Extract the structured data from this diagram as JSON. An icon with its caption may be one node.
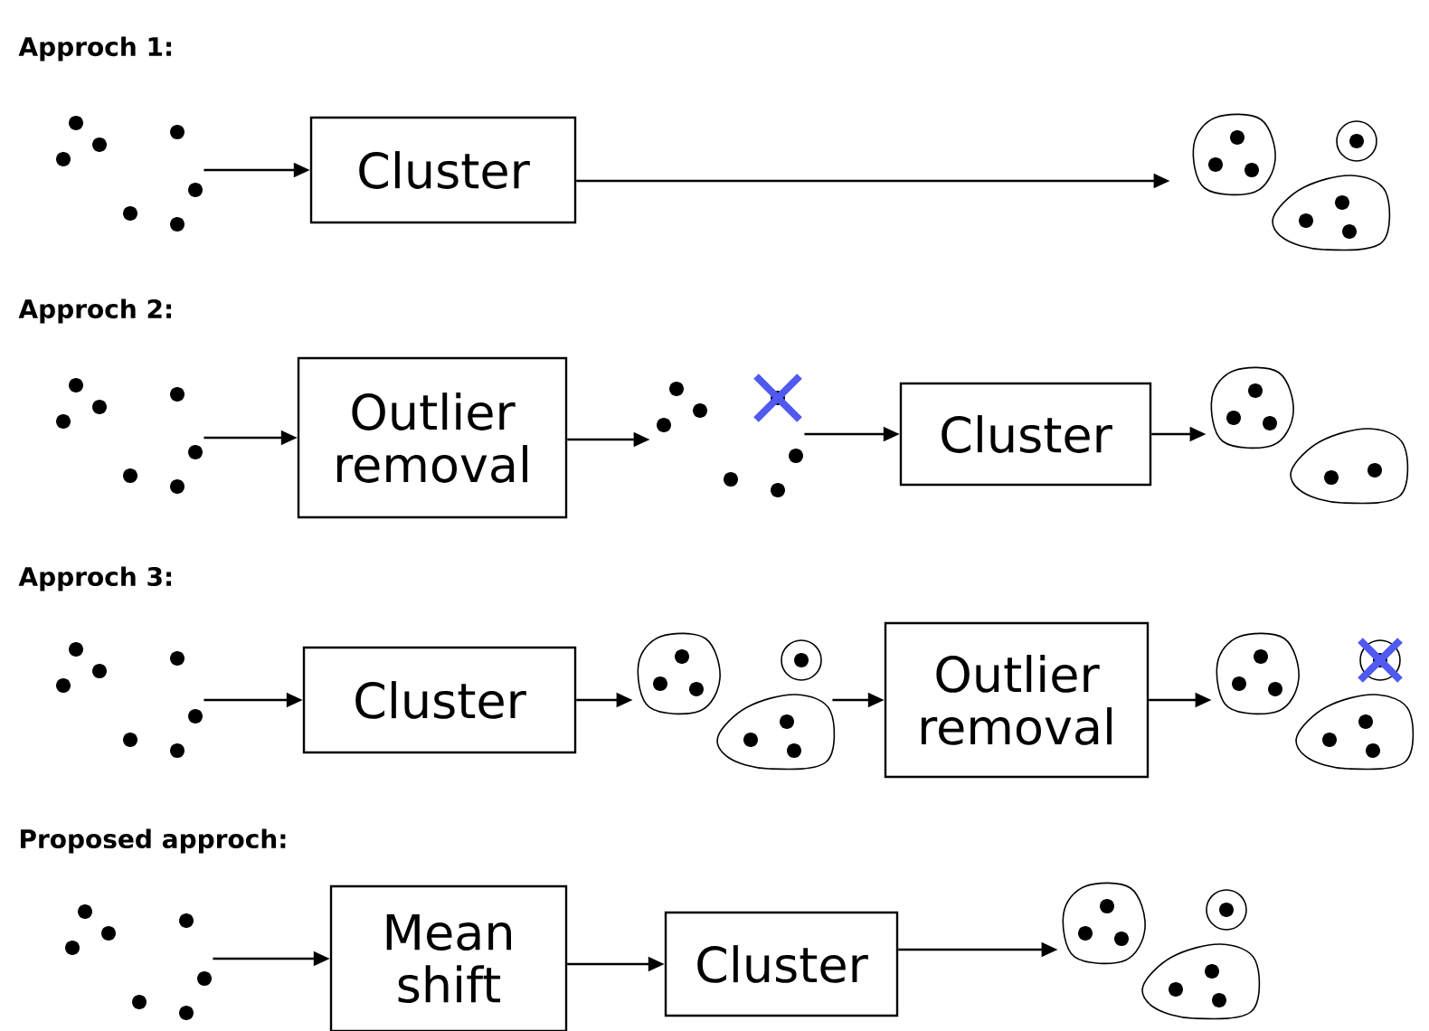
{
  "diagram": {
    "nodes": [
      {
        "text": [],
        "shape": "picture"
      },
      {
        "text": [
          "Cluster"
        ]
      },
      {
        "text": [],
        "shape": "picture"
      },
      {
        "text": [],
        "shape": "picture"
      },
      {
        "text": [
          "Outlier removal"
        ]
      },
      {
        "text": [],
        "shape": "picture"
      },
      {
        "text": [
          "Cluster"
        ]
      },
      {
        "text": [],
        "shape": "picture"
      },
      {
        "text": [],
        "shape": "picture"
      },
      {
        "text": [
          "Cluster"
        ]
      },
      {
        "text": [],
        "shape": "picture"
      },
      {
        "text": [
          "Outlier removal"
        ]
      },
      {
        "text": [],
        "shape": "picture"
      },
      {
        "text": [],
        "shape": "picture"
      },
      {
        "text": [
          "Mean shift"
        ]
      },
      {
        "text": [
          "Cluster"
        ]
      },
      {
        "text": [],
        "shape": "picture"
      }
    ],
    "edges": [
      {
        "from": 0,
        "to": 1,
        "arrow": "to"
      },
      {
        "from": 1,
        "to": 2,
        "arrow": "to"
      },
      {
        "from": 3,
        "to": 4,
        "arrow": "to"
      },
      {
        "from": 4,
        "to": 5,
        "arrow": "to"
      },
      {
        "from": 5,
        "to": 6,
        "arrow": "to"
      },
      {
        "from": 6,
        "to": 7,
        "arrow": "to"
      },
      {
        "from": 8,
        "to": 9,
        "arrow": "to"
      },
      {
        "from": 9,
        "to": 10,
        "arrow": "to"
      },
      {
        "from": 10,
        "to": 11,
        "arrow": "to"
      },
      {
        "from": 11,
        "to": 12,
        "arrow": "to"
      },
      {
        "from": 13,
        "to": 14,
        "arrow": "to"
      },
      {
        "from": 14,
        "to": 15,
        "arrow": "to"
      },
      {
        "from": 15,
        "to": 16,
        "arrow": "to"
      }
    ],
    "labels": [
      "Approch 1:",
      "Approch 2:",
      "Approch 3:",
      "Proposed approch:"
    ]
  }
}
